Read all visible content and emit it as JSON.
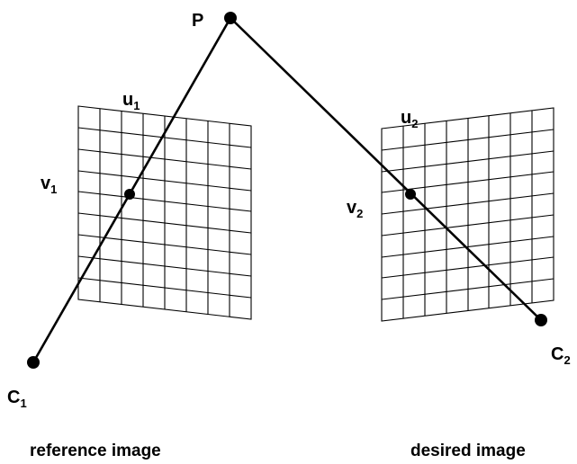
{
  "labels": {
    "P": "P",
    "u1_base": "u",
    "u1_sub": "1",
    "v1_base": "v",
    "v1_sub": "1",
    "u2_base": "u",
    "u2_sub": "2",
    "v2_base": "v",
    "v2_sub": "2",
    "C1_base": "C",
    "C1_sub": "1",
    "C2_base": "C",
    "C2_sub": "2"
  },
  "captions": {
    "reference": "reference image",
    "desired": "desired image"
  }
}
